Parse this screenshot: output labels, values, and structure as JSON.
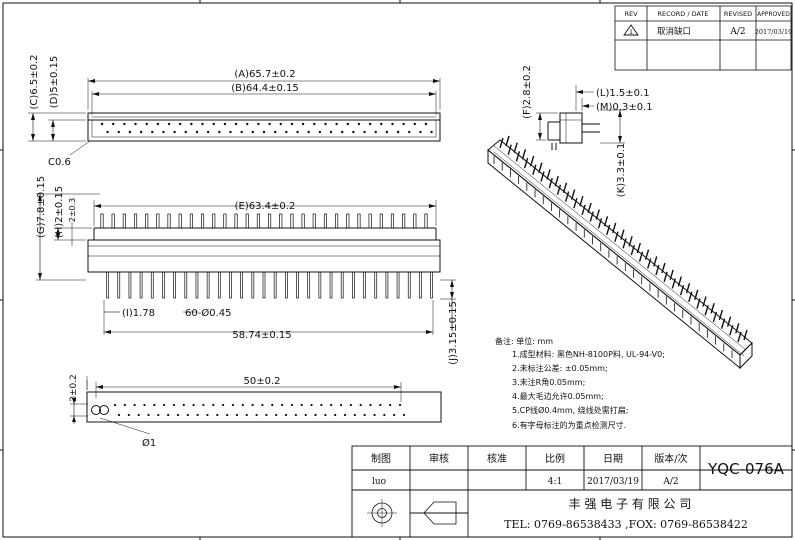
{
  "revision_table": {
    "headers": [
      "REV",
      "RECORD / DATE",
      "REVISED",
      "APPROVED"
    ],
    "row": {
      "rev_symbol": "triangle-1-icon",
      "record": "取消缺口",
      "revised": "A/2",
      "approved": "2017/03/19"
    }
  },
  "dimensions": {
    "c": "(C)6.5±0.2",
    "d": "(D)5±0.15",
    "a": "(A)65.7±0.2",
    "b": "(B)64.4±0.15",
    "chamfer": "C0.6",
    "e": "(E)63.4±0.2",
    "g": "(G)7.8±0.15",
    "h": "(H)2±0.15",
    "h_small": "2±0.3",
    "i": "(I)1.78",
    "pins": "60-Ø0.45",
    "span": "58.74±0.15",
    "j": "(J)3.15±0.15",
    "f": "(F)2.8±0.2",
    "l": "(L)1.5±0.1",
    "m": "(M)0.3±0.1",
    "k": "(K)3.3±0.1",
    "pitch50": "50±0.2",
    "hole_h": "2±0.2",
    "hole_d": "Ø1"
  },
  "notes": {
    "title": "备注: 单位: mm",
    "items": [
      "1.成型材料: 黑色NH-8100P料, UL-94-V0;",
      "2.未标注公差: ±0.05mm;",
      "3.未注R角0.05mm;",
      "4.最大毛边允许0.05mm;",
      "5.CP线Ø0.4mm, 绕线处需打扁;",
      "6.有字母标注的为重点检测尺寸."
    ]
  },
  "title_block": {
    "headers": [
      "制图",
      "审核",
      "核准",
      "比例",
      "日期",
      "版本/次"
    ],
    "values": [
      "luo",
      "",
      "",
      "4:1",
      "2017/03/19",
      "A/2"
    ],
    "part_number": "YQC-076A",
    "company": "丰 强 电 子 有 限 公 司",
    "contact": "TEL: 0769-86538433 ,FOX: 0769-86538422",
    "projection_symbol": "first-angle-projection-icon"
  },
  "colors": {
    "line": "#111111",
    "paper": "#ffffff"
  }
}
